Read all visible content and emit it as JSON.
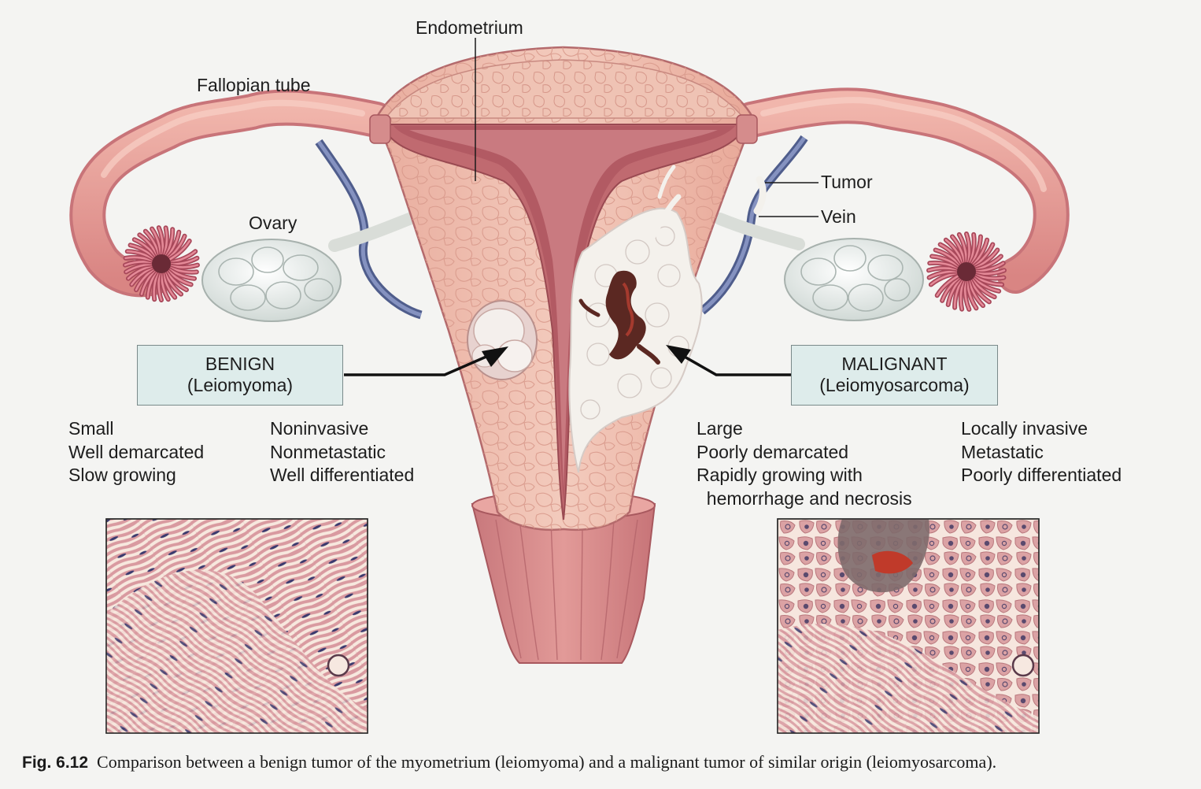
{
  "labels": {
    "endometrium": "Endometrium",
    "fallopian_tube": "Fallopian tube",
    "ovary": "Ovary",
    "tumor": "Tumor",
    "vein": "Vein"
  },
  "benign": {
    "title": "BENIGN",
    "subtitle": "(Leiomyoma)",
    "traits_col1": [
      "Small",
      "Well demarcated",
      "Slow growing"
    ],
    "traits_col2": [
      "Noninvasive",
      "Nonmetastatic",
      "Well differentiated"
    ]
  },
  "malignant": {
    "title": "MALIGNANT",
    "subtitle": "(Leiomyosarcoma)",
    "traits_col1": [
      "Large",
      "Poorly demarcated",
      "Rapidly growing with",
      "  hemorrhage and necrosis"
    ],
    "traits_col2": [
      "Locally invasive",
      "Metastatic",
      "Poorly differentiated"
    ]
  },
  "caption": {
    "figure_number": "Fig. 6.12",
    "text": "Comparison between a benign tumor of the myometrium (leiomyoma) and a malignant tumor of similar origin (leiomyosarcoma)."
  },
  "colors": {
    "uterus_wall": "#f0c2b4",
    "endometrium": "#b7626a",
    "tube": "#e79a92",
    "ovary": "#e6ece8",
    "vein": "#6777a8",
    "tumor_white": "#f2f0ec",
    "hemorrhage": "#5a2520",
    "label_box": "#deeceb",
    "tissue_pink": "#dda0a4",
    "tissue_fiber": "#f7e9df"
  }
}
